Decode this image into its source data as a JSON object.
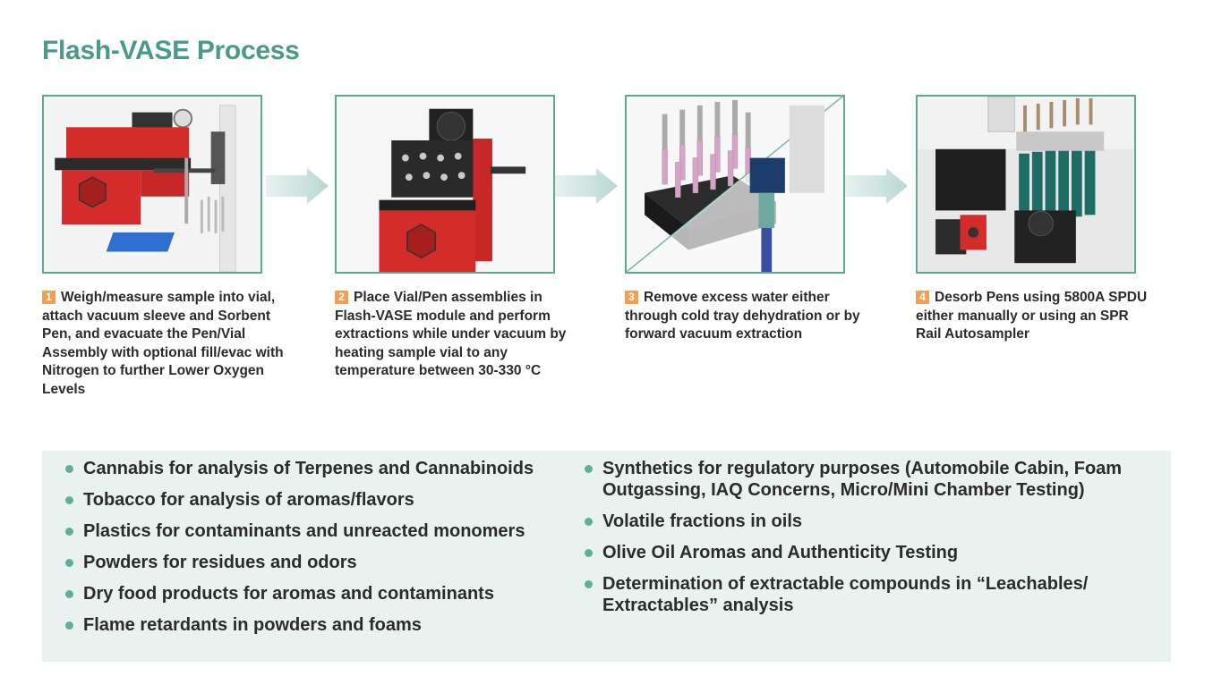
{
  "page": {
    "title": "Flash-VASE Process"
  },
  "steps": [
    {
      "num": "1",
      "text": "Weigh/measure sample into vial, attach vacuum sleeve and Sorbent Pen, and evacuate the Pen/Vial Assembly with optional fill/evac with Nitrogen to further Lower Oxygen Levels",
      "image_icon": "flash-vase-station-with-vial-rack-image"
    },
    {
      "num": "2",
      "text": "Place Vial/Pen assemblies in Flash-VASE module and perform extractions while under vacuum by heating sample vial to any temperature between 30-330 °C",
      "image_icon": "flash-vase-module-image"
    },
    {
      "num": "3",
      "text": "Remove excess water either through cold tray dehydration or by forward vacuum extraction",
      "image_icon": "cold-tray-and-vacuum-extraction-image"
    },
    {
      "num": "4",
      "text": "Desorb Pens using 5800A SPDU either manually or using an SPR Rail Autosampler",
      "image_icon": "spdu-autosampler-image"
    }
  ],
  "applications": {
    "left": [
      "Cannabis for analysis of Terpenes and Cannabinoids",
      "Tobacco for analysis of aromas/flavors",
      "Plastics for contaminants and unreacted monomers",
      "Powders for residues and odors",
      "Dry food products for aromas and contaminants",
      "Flame retardants in powders and foams"
    ],
    "right": [
      "Synthetics for regulatory purposes (Automobile Cabin, Foam Outgassing, IAQ Concerns, Micro/Mini Chamber Testing)",
      "Volatile fractions in oils",
      "Olive Oil Aromas and Authenticity Testing",
      "Determination of extractable compounds in “Leachables/ Extractables” analysis"
    ]
  },
  "colors": {
    "title": "#4a9a8c",
    "border": "#5fa898",
    "number_badge": "#f0a050",
    "panel": "#eaf2f0",
    "bullet": "#5fae9c"
  }
}
